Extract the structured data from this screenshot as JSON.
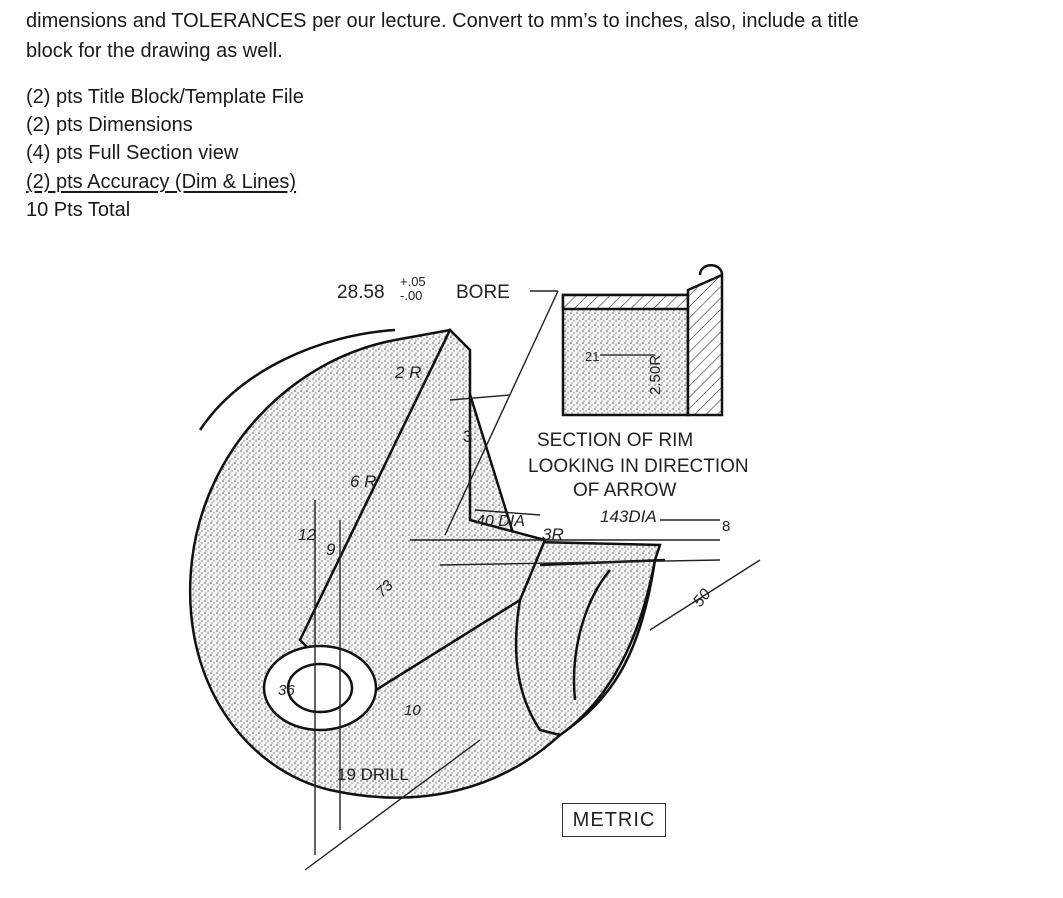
{
  "instructions": {
    "line1": "dimensions and TOLERANCES per our lecture. Convert to mm’s to inches, also, include a title",
    "line2": "block for the drawing as well."
  },
  "grading": [
    {
      "text": "(2) pts Title Block/Template File",
      "underlined": false
    },
    {
      "text": "(2) pts Dimensions",
      "underlined": false
    },
    {
      "text": "(4) pts Full Section view",
      "underlined": false
    },
    {
      "text": "(2) pts Accuracy (Dim & Lines)",
      "underlined": true
    },
    {
      "text": "10 Pts Total",
      "underlined": false
    }
  ],
  "drawing": {
    "bore_value": "28.58",
    "bore_tol_plus": "+.05",
    "bore_tol_minus": "-.00",
    "bore_word": "BORE",
    "section_note": [
      "SECTION OF RIM",
      "LOOKING IN DIRECTION",
      "OF ARROW"
    ],
    "dims": {
      "rim_width": "21",
      "rim_fillet": "2.50R",
      "two_r": "2 R",
      "six_r": "6 R",
      "three": "3",
      "forty_dia": "40 DIA",
      "three_r": "3R",
      "one43_dia": "143DIA",
      "eight": "8",
      "fifty": "50",
      "seventy_three": "73",
      "thirty_six": "36",
      "drill": "19 DRILL",
      "twelve": "12",
      "nine": "9",
      "ten": "10"
    },
    "metric_label": "METRIC"
  }
}
